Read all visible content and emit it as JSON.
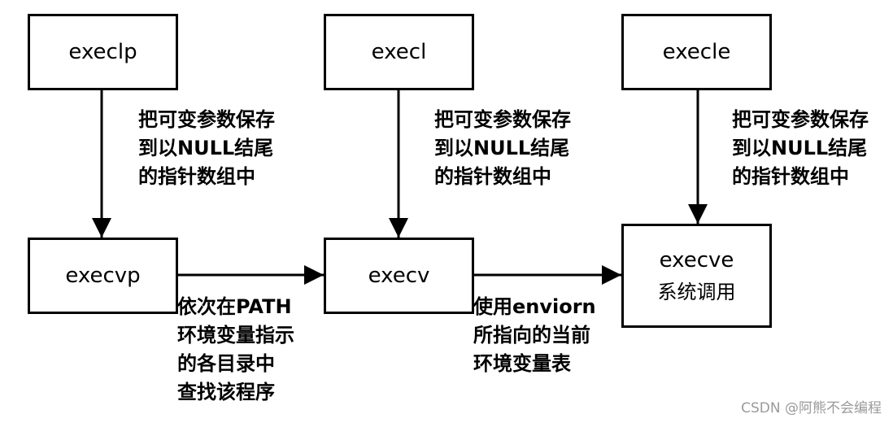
{
  "boxes": {
    "execlp": "execlp",
    "execl": "execl",
    "execle": "execle",
    "execvp": "execvp",
    "execv": "execv",
    "execve_name": "execve",
    "execve_sub": "系统调用"
  },
  "labels": {
    "execlp_to_execvp": [
      "把可变参数保存",
      "到以NULL结尾",
      "的指针数组中"
    ],
    "execl_to_execv": [
      "把可变参数保存",
      "到以NULL结尾",
      "的指针数组中"
    ],
    "execle_to_execve": [
      "把可变参数保存",
      "到以NULL结尾",
      "的指针数组中"
    ],
    "execvp_to_execv": [
      "依次在PATH",
      "环境变量指示",
      "的各目录中",
      "查找该程序"
    ],
    "execv_to_execve": [
      "使用enviorn",
      "所指向的当前",
      "环境变量表"
    ]
  },
  "watermark": "CSDN @阿熊不会编程"
}
